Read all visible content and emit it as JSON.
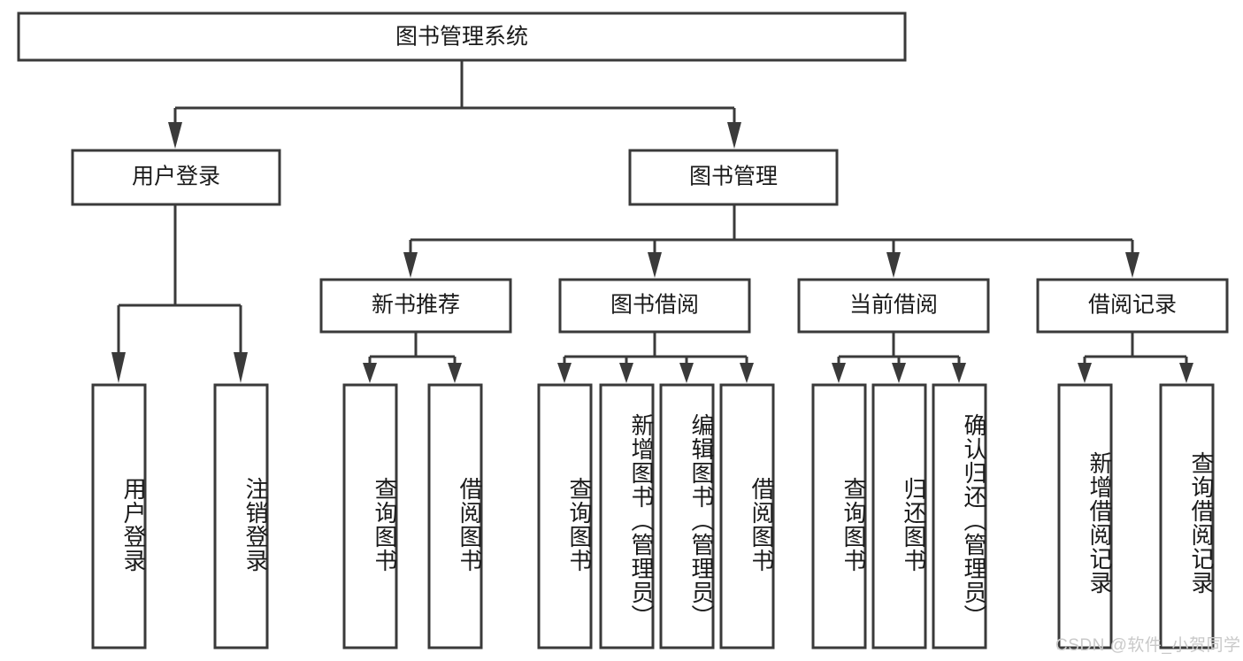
{
  "diagram": {
    "title": "图书管理系统",
    "type": "tree-hierarchy-diagram",
    "colors": {
      "box_stroke": "#3a3a3a",
      "box_fill": "#ffffff",
      "connector": "#3a3a3a",
      "text": "#1a1a1a",
      "watermark": "#c9c9c9",
      "background": "#ffffff"
    },
    "root": {
      "label": "图书管理系统"
    },
    "level2": [
      {
        "label": "用户登录"
      },
      {
        "label": "图书管理"
      }
    ],
    "level3": [
      {
        "label": "新书推荐"
      },
      {
        "label": "图书借阅"
      },
      {
        "label": "当前借阅"
      },
      {
        "label": "借阅记录"
      }
    ],
    "leaves": {
      "user_login": [
        {
          "label": "用户登录"
        },
        {
          "label": "注销登录"
        }
      ],
      "new_book": [
        {
          "label": "查询图书"
        },
        {
          "label": "借阅图书"
        }
      ],
      "book_borrow": [
        {
          "label": "查询图书"
        },
        {
          "label": "新增图书（管理员）"
        },
        {
          "label": "编辑图书（管理员）"
        },
        {
          "label": "借阅图书"
        }
      ],
      "current_borrow": [
        {
          "label": "查询图书"
        },
        {
          "label": "归还图书"
        },
        {
          "label": "确认归还（管理员）"
        }
      ],
      "borrow_record": [
        {
          "label": "新增借阅记录"
        },
        {
          "label": "查询借阅记录"
        }
      ]
    }
  },
  "watermark": {
    "text": "CSDN @软件_小贺同学"
  }
}
